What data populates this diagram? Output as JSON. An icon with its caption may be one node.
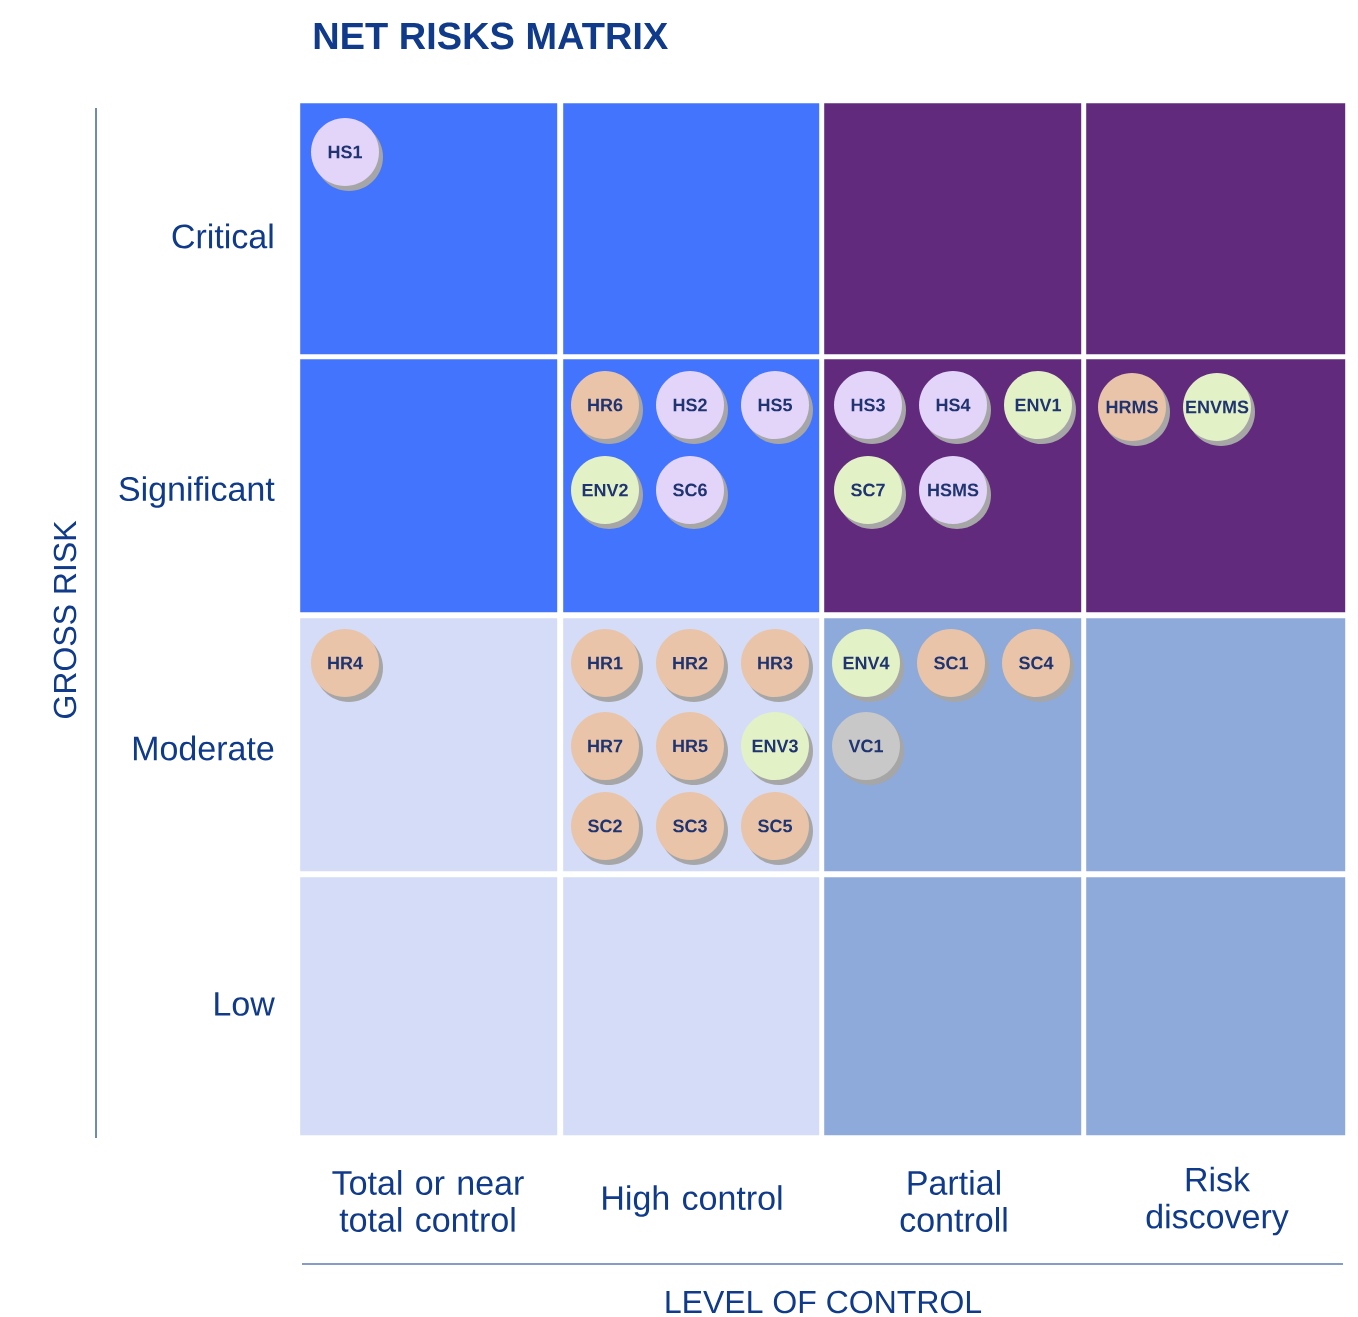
{
  "diagram": {
    "title": "NET RISKS MATRIX",
    "nodes": [
      {
        "text": [],
        "shape": "box"
      },
      {
        "text": [],
        "shape": "box"
      },
      {
        "text": [],
        "shape": "box"
      },
      {
        "text": [],
        "shape": "box"
      },
      {
        "text": [],
        "shape": "box"
      },
      {
        "text": [],
        "shape": "box"
      },
      {
        "text": [],
        "shape": "box"
      },
      {
        "text": [],
        "shape": "box"
      },
      {
        "text": [],
        "shape": "box"
      },
      {
        "text": [],
        "shape": "box"
      },
      {
        "text": [],
        "shape": "box"
      },
      {
        "text": [],
        "shape": "box"
      },
      {
        "text": [],
        "shape": "box"
      },
      {
        "text": [],
        "shape": "box"
      },
      {
        "text": [],
        "shape": "box"
      },
      {
        "text": [],
        "shape": "box"
      },
      {
        "text": [
          "HS1"
        ],
        "in": 0
      },
      {
        "text": [
          "HR6"
        ],
        "in": 5
      },
      {
        "text": [
          "HS2"
        ],
        "in": 5
      },
      {
        "text": [
          "HS5"
        ],
        "in": 5
      },
      {
        "text": [
          "HS3"
        ],
        "in": 6
      },
      {
        "text": [
          "HS4"
        ],
        "in": 6
      },
      {
        "text": [
          "ENV1"
        ],
        "in": 6
      },
      {
        "text": [
          "HRMS"
        ],
        "in": 7
      },
      {
        "text": [
          "ENVMS"
        ],
        "in": 7
      },
      {
        "text": [
          "ENV2"
        ],
        "in": 5
      },
      {
        "text": [
          "SC6"
        ],
        "in": 5
      },
      {
        "text": [
          "SC7"
        ],
        "in": 6
      },
      {
        "text": [
          "HSMS"
        ],
        "in": 6
      },
      {
        "text": [
          "HR4"
        ],
        "in": 8
      },
      {
        "text": [
          "HR1"
        ],
        "in": 9
      },
      {
        "text": [
          "HR2"
        ],
        "in": 9
      },
      {
        "text": [
          "HR3"
        ],
        "in": 9
      },
      {
        "text": [
          "ENV4"
        ],
        "in": 10
      },
      {
        "text": [
          "SC1"
        ],
        "in": 10
      },
      {
        "text": [
          "SC4"
        ],
        "in": 10
      },
      {
        "text": [
          "HR7"
        ],
        "in": 9
      },
      {
        "text": [
          "HR5"
        ],
        "in": 9
      },
      {
        "text": [
          "ENV3"
        ],
        "in": 9
      },
      {
        "text": [
          "VC1"
        ],
        "in": 10
      },
      {
        "text": [
          "SC2"
        ],
        "in": 9
      },
      {
        "text": [
          "SC3"
        ],
        "in": 9
      },
      {
        "text": [
          "SC5"
        ],
        "in": 9
      }
    ],
    "labels": [
      "Critical",
      "Significant",
      "GROSS RISK",
      "Moderate",
      "Low",
      "Total or near total control",
      "High control",
      "Partial controll",
      "Risk discovery",
      "LEVEL OF CONTROL"
    ]
  }
}
